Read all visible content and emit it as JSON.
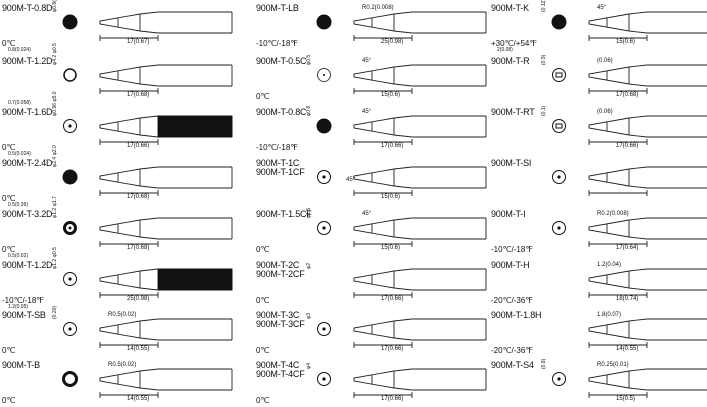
{
  "columns": [
    {
      "rows": [
        {
          "model": "900M-T-0.8D",
          "temp": "0℃",
          "length": "17(0.67)",
          "tip": "0.8(0.024)",
          "side": "φ0.8(0.03)",
          "icon": "round-filled"
        },
        {
          "model": "900M-T-1.2D",
          "temp": "",
          "length": "17(0.68)",
          "tip": "0.7(0.058)",
          "side": "φ4.2 φ0.5",
          "icon": "ring"
        },
        {
          "model": "900M-T-1.6D",
          "temp": "0℃",
          "length": "17(0.66)",
          "tip": "0.5(0.024)",
          "side": "φ0.96 φ5.0",
          "icon": "ring-dot"
        },
        {
          "model": "900M-T-2.4D",
          "temp": "0℃",
          "length": "17(0.68)",
          "tip": "0.5(0.39)",
          "side": "φ2.4 φ2.0",
          "icon": "round-filled"
        },
        {
          "model": "900M-T-3.2D",
          "temp": "0℃",
          "length": "17(0.68)",
          "tip": "0.5(0.02)",
          "side": "φ1.2 φ1.7",
          "icon": "double-ring"
        },
        {
          "model": "900M-T-1.2D",
          "temp": "-10℃/-18℉",
          "length": "25(0.98)",
          "tip": "1.2(0.05)",
          "side": "φ1.2 φ0.5",
          "icon": "ring-dot"
        },
        {
          "model": "900M-T-SB",
          "temp": "0℃",
          "length": "14(0.55)",
          "ann": "R0.5(0.02)",
          "side": "(0.20)",
          "icon": "ring-dot"
        },
        {
          "model": "900M-T-B",
          "temp": "0℃",
          "length": "14(0.55)",
          "ann": "R0.5(0.02)",
          "side": "",
          "icon": "ring-thick"
        }
      ]
    },
    {
      "rows": [
        {
          "model": "900M-T-LB",
          "temp": "-10℃/-18℉",
          "length": "25(0.98)",
          "ann": "R0.2(0.008)",
          "side": "",
          "icon": "round-filled"
        },
        {
          "model": "900M-T-0.5C",
          "temp": "0℃",
          "length": "15(0.6)",
          "ann": "45°",
          "side": "φ0.5",
          "icon": "dot"
        },
        {
          "model": "900M-T-0.8C",
          "temp": "-10℃/-18℉",
          "length": "17(0.66)",
          "ann": "45°",
          "side": "φ0.8",
          "icon": "round-filled"
        },
        {
          "model": "900M-T-1C",
          "model2": "900M-T-1CF",
          "temp": "",
          "length": "15(0.6)",
          "ann": "45°",
          "side": "",
          "icon": "ring-dot"
        },
        {
          "model": "900M-T-1.5CF",
          "temp": "0℃",
          "length": "15(0.6)",
          "ann": "45°",
          "side": "φ1.5",
          "icon": "ring-dot"
        },
        {
          "model": "900M-T-2C",
          "model2": "900M-T-2CF",
          "temp": "0℃",
          "length": "17(0.66)",
          "ann": "",
          "side": "φ2",
          "icon": "none"
        },
        {
          "model": "900M-T-3C",
          "model2": "900M-T-3CF",
          "temp": "0℃",
          "length": "17(0.66)",
          "ann": "",
          "side": "φ3",
          "icon": "ring-dot"
        },
        {
          "model": "900M-T-4C",
          "model2": "900M-T-4CF",
          "temp": "0℃",
          "length": "17(0.66)",
          "ann": "",
          "side": "φ4",
          "icon": "ring-dot"
        }
      ]
    },
    {
      "rows": [
        {
          "model": "900M-T-K",
          "temp": "+30℃/+54℉",
          "length": "15(0.6)",
          "tip": "2(0.08)",
          "ann": "45°",
          "side": "(0.12)",
          "icon": "round-filled"
        },
        {
          "model": "900M-T-R",
          "temp": "",
          "length": "17(0.68)",
          "ann": "(0.06)",
          "side": "(0.9)",
          "icon": "square-slot"
        },
        {
          "model": "900M-T-RT",
          "temp": "",
          "length": "17(0.66)",
          "ann": "(0.06)",
          "side": "(0.1)",
          "icon": "square-slot"
        },
        {
          "model": "900M-T-SI",
          "temp": "",
          "length": "",
          "ann": "",
          "side": "",
          "icon": "ring-dot"
        },
        {
          "model": "900M-T-I",
          "temp": "-10℃/-18℉",
          "length": "17(0.64)",
          "ann": "R0.2(0.008)",
          "side": "",
          "icon": "ring-dot"
        },
        {
          "model": "900M-T-H",
          "temp": "-20℃/-36℉",
          "length": "18(0.74)",
          "ann": "1.2(0.04)",
          "side": "",
          "icon": "none"
        },
        {
          "model": "900M-T-1.8H",
          "temp": "-20℃/-36℉",
          "length": "14(0.55)",
          "ann": "1.8(0.07)",
          "side": "",
          "icon": "none"
        },
        {
          "model": "900M-T-S4",
          "temp": "",
          "length": "15(0.5)",
          "ann": "R0.25(0.01)",
          "side": "(0.8)",
          "icon": "ring-dot"
        }
      ]
    }
  ]
}
